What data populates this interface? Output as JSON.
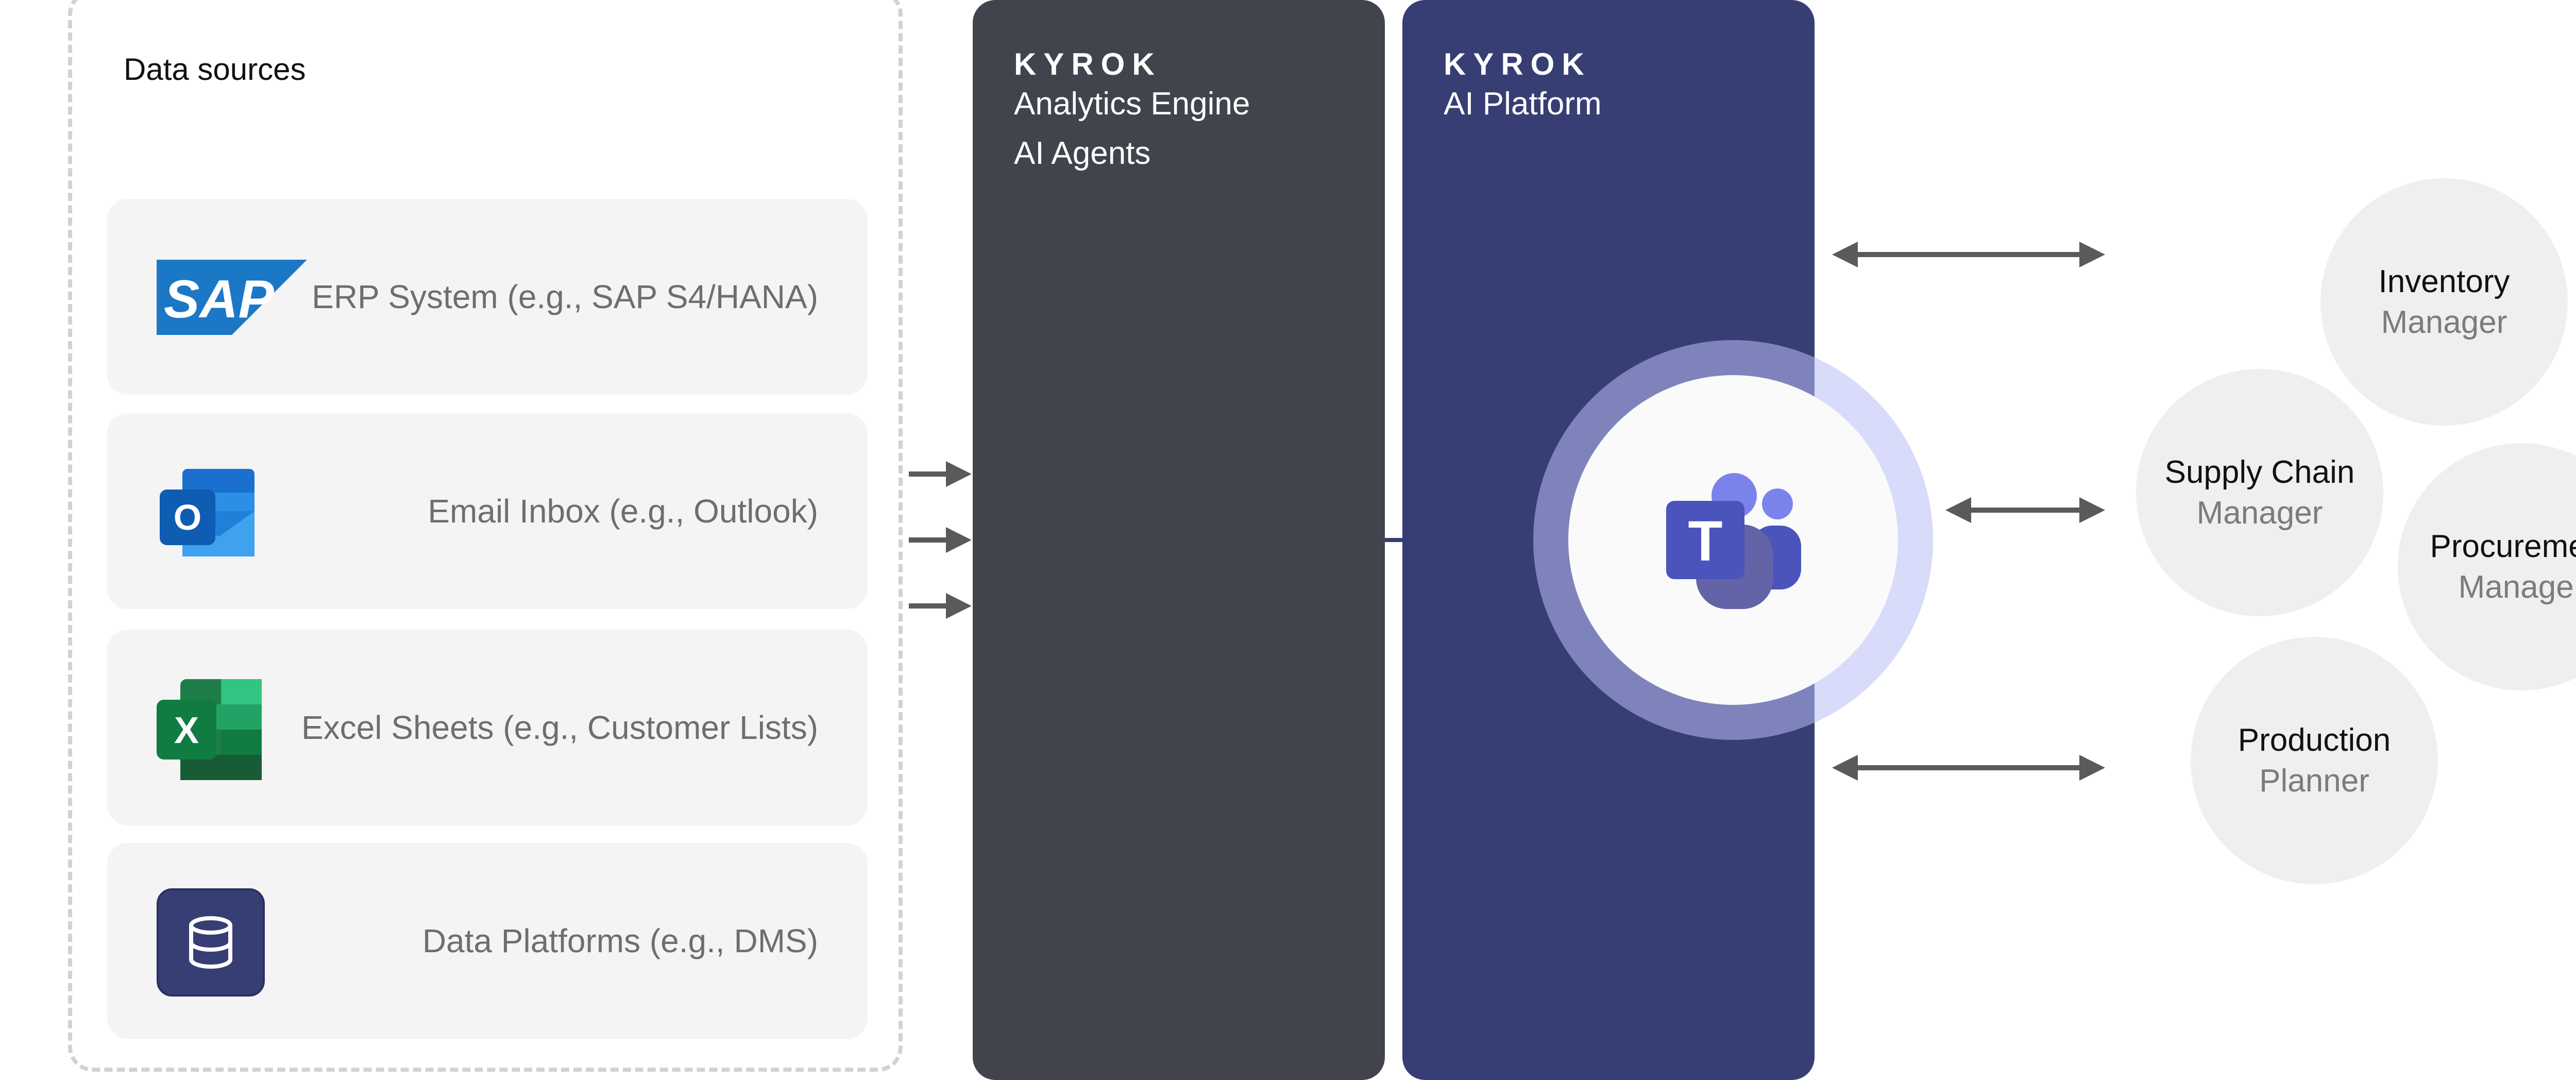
{
  "sources": {
    "title": "Data sources",
    "items": [
      {
        "label": "ERP System (e.g., SAP S4/HANA)",
        "icon": "sap-logo",
        "logo_text": "SAP"
      },
      {
        "label": "Email Inbox (e.g., Outlook)",
        "icon": "outlook-icon",
        "logo_text": "O"
      },
      {
        "label": "Excel Sheets (e.g., Customer Lists)",
        "icon": "excel-icon",
        "logo_text": "X"
      },
      {
        "label": "Data Platforms (e.g., DMS)",
        "icon": "database-icon"
      }
    ]
  },
  "engine": {
    "brand": "KYROK",
    "lines": [
      "Analytics Engine",
      "AI Agents"
    ]
  },
  "platform": {
    "brand": "KYROK",
    "lines": [
      "AI Platform"
    ]
  },
  "hub": {
    "icon": "teams-icon",
    "logo_text": "T"
  },
  "roles": [
    {
      "title": "Inventory",
      "sub": "Manager"
    },
    {
      "title": "Supply Chain",
      "sub": "Manager"
    },
    {
      "title": "Procurement",
      "sub": "Manager"
    },
    {
      "title": "Production",
      "sub": "Planner"
    }
  ],
  "colors": {
    "engine": "#41444d",
    "platform": "#363e74",
    "hub_ring": "#b9bef6",
    "arrow": "#5a5a5a"
  }
}
